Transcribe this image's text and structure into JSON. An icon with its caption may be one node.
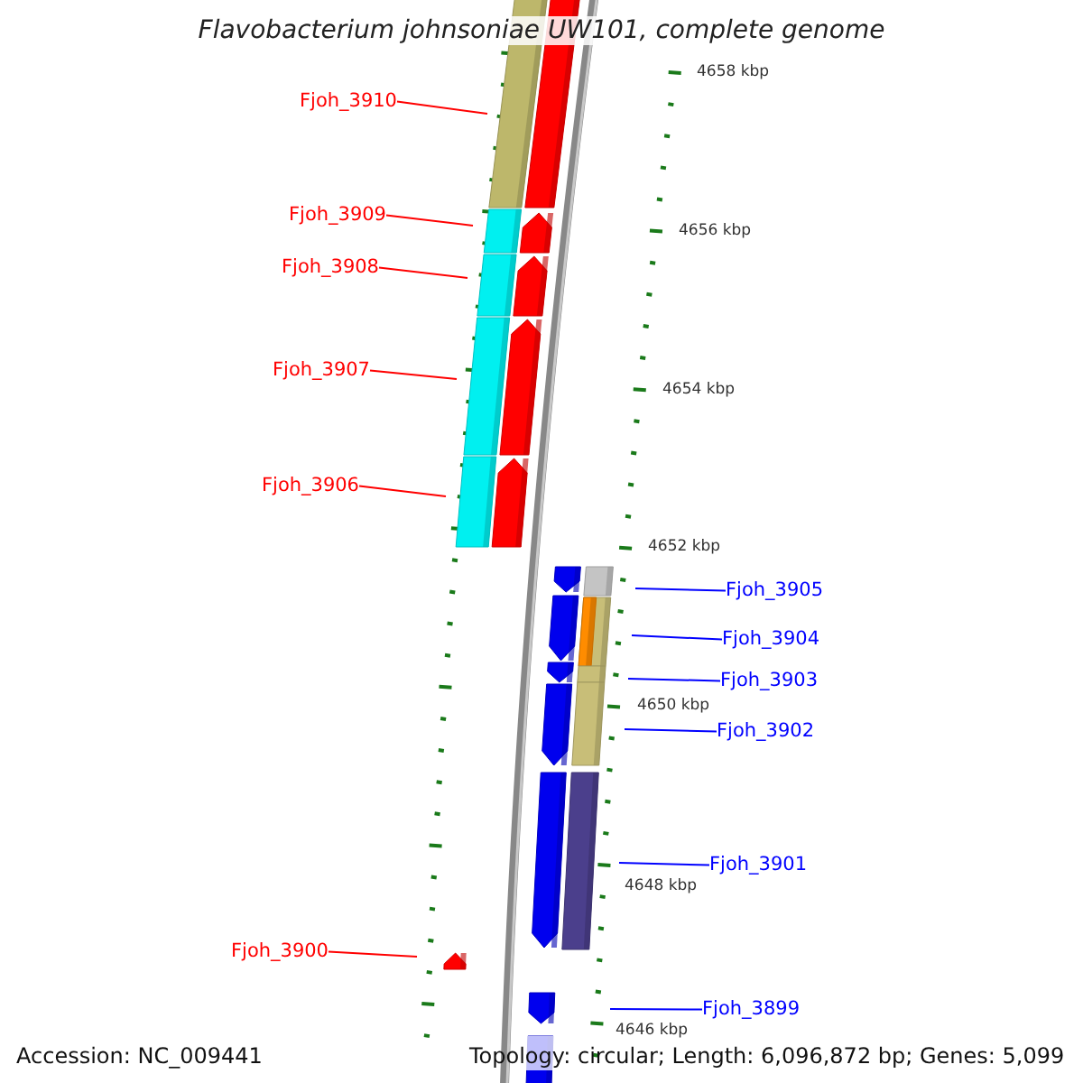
{
  "diagram": {
    "title": "Flavobacterium johnsoniae UW101, complete genome",
    "nodes": [
      {
        "text": [
          "Fjoh_3910"
        ]
      },
      {
        "text": [
          "Fjoh_3909"
        ]
      },
      {
        "text": [
          "Fjoh_3908"
        ]
      },
      {
        "text": [
          "Fjoh_3907"
        ]
      },
      {
        "text": [
          "Fjoh_3906"
        ]
      },
      {
        "text": [
          "Fjoh_3905"
        ]
      },
      {
        "text": [
          "Fjoh_3904"
        ]
      },
      {
        "text": [
          "Fjoh_3903"
        ]
      },
      {
        "text": [
          "Fjoh_3902"
        ]
      },
      {
        "text": [
          "Fjoh_3901"
        ]
      },
      {
        "text": [
          "Fjoh_3900"
        ]
      },
      {
        "text": [
          "Fjoh_3899"
        ]
      }
    ],
    "edges": [
      {
        "from": 0,
        "to": null,
        "arrow": "none",
        "color": "#ff0000"
      },
      {
        "from": 1,
        "to": null,
        "arrow": "none",
        "color": "#ff0000"
      },
      {
        "from": 2,
        "to": null,
        "arrow": "none",
        "color": "#ff0000"
      },
      {
        "from": 3,
        "to": null,
        "arrow": "none",
        "color": "#ff0000"
      },
      {
        "from": 4,
        "to": null,
        "arrow": "none",
        "color": "#ff0000"
      },
      {
        "from": 5,
        "to": null,
        "arrow": "none",
        "color": "#0000ff"
      },
      {
        "from": 6,
        "to": null,
        "arrow": "none",
        "color": "#0000ff"
      },
      {
        "from": 7,
        "to": null,
        "arrow": "none",
        "color": "#0000ff"
      },
      {
        "from": 8,
        "to": null,
        "arrow": "none",
        "color": "#0000ff"
      },
      {
        "from": 9,
        "to": null,
        "arrow": "none",
        "color": "#0000ff"
      },
      {
        "from": 10,
        "to": null,
        "arrow": "none",
        "color": "#ff0000"
      },
      {
        "from": 11,
        "to": null,
        "arrow": "none",
        "color": "#0000ff"
      }
    ],
    "labels": [
      "4658 kbp",
      "4656 kbp",
      "4654 kbp",
      "4652 kbp",
      "4650 kbp",
      "4648 kbp",
      "4646 kbp",
      "Accession: NC_009441",
      "Topology: circular; Length: 6,096,872 bp; Genes: 5,099"
    ]
  }
}
